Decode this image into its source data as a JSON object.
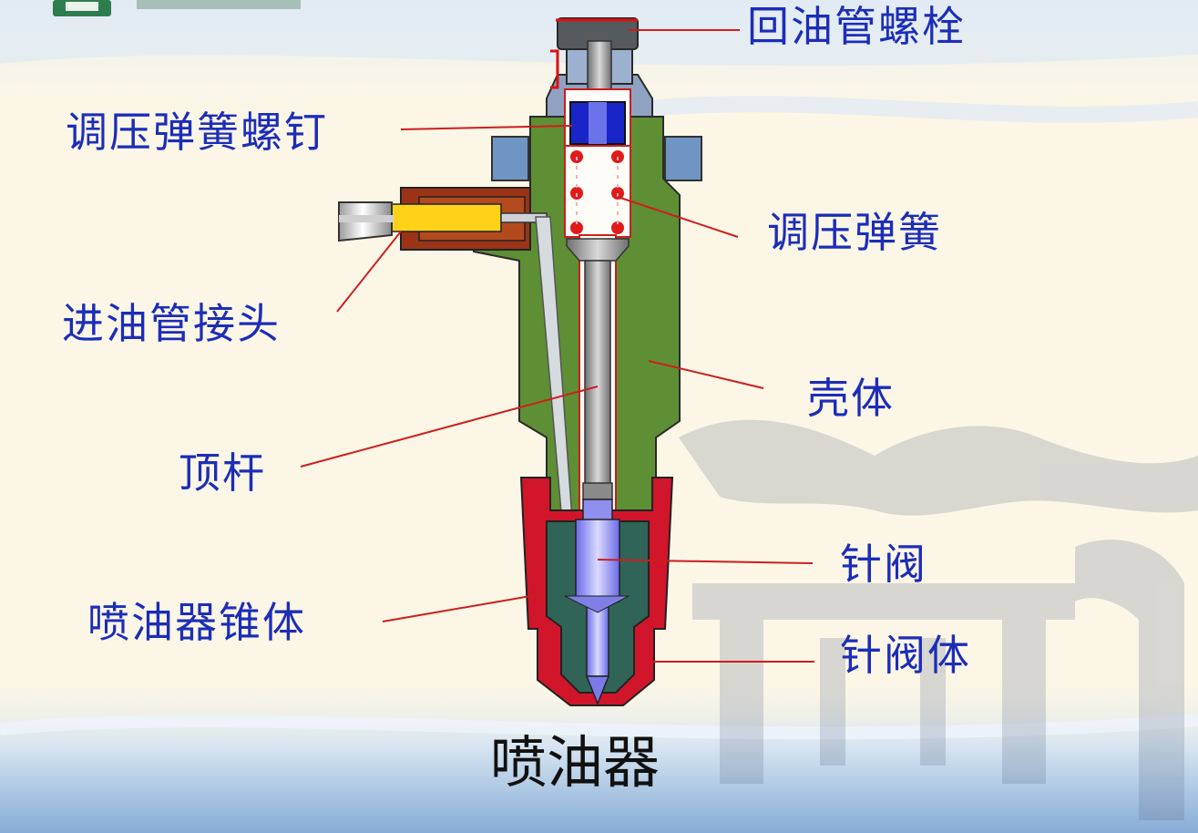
{
  "diagram": {
    "caption": "喷油器",
    "labels": {
      "return_bolt": "回油管螺栓",
      "adjust_screw": "调压弹簧螺钉",
      "adjust_spring": "调压弹簧",
      "inlet_fitting": "进油管接头",
      "housing": "壳体",
      "push_rod": "顶杆",
      "needle_valve": "针阀",
      "nozzle_cone": "喷油器锥体",
      "needle_body": "针阀体"
    },
    "colors": {
      "label_text": "#1c2db8",
      "leader_line": "#cc1e1e",
      "housing": "#5e8f34",
      "nozzle_cone": "#d1152b",
      "needle_body": "#2f6457",
      "fitting": "#9b3416",
      "spring_screw": "#1a25c8",
      "spring_coil": "#e01b1b",
      "background": "#fbf6e6"
    }
  }
}
